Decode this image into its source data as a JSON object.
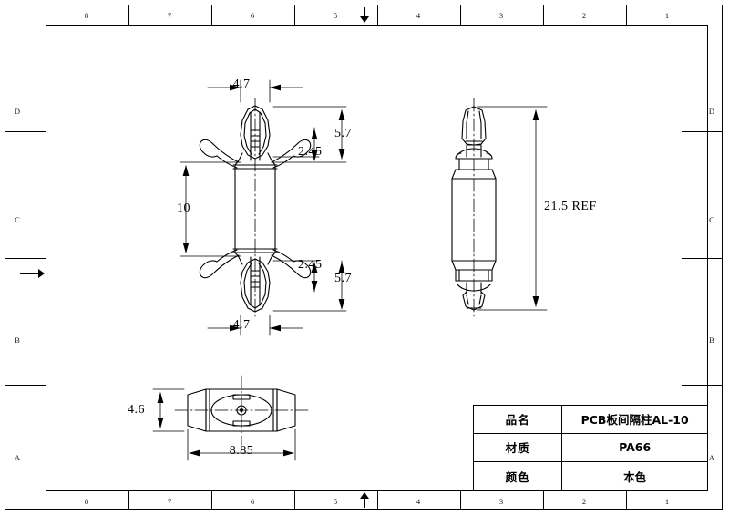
{
  "sheet": {
    "zones_top": [
      "8",
      "7",
      "6",
      "5",
      "4",
      "3",
      "2",
      "1"
    ],
    "zones_bottom": [
      "8",
      "7",
      "6",
      "5",
      "4",
      "3",
      "2",
      "1"
    ],
    "zones_left": [
      "D",
      "C",
      "B",
      "A"
    ],
    "zones_right": [
      "D",
      "C",
      "B",
      "A"
    ]
  },
  "title_block": {
    "rows": [
      {
        "label": "品名",
        "value": "PCB板间隔柱AL-10"
      },
      {
        "label": "材质",
        "value": "PA66"
      },
      {
        "label": "颜色",
        "value": "本色"
      }
    ]
  },
  "views": {
    "front": {
      "dims": {
        "top_width": "4.7",
        "top_head": "2.45",
        "top_overall": "5.7",
        "barrel_height": "10",
        "bottom_head": "2.45",
        "bottom_overall": "5.7",
        "bottom_width": "4.7"
      }
    },
    "side": {
      "dims": {
        "overall_height": "21.5 REF"
      }
    },
    "plan": {
      "dims": {
        "height": "4.6",
        "width": "8.85"
      }
    }
  },
  "colors": {
    "line": "#000000",
    "background": "#ffffff"
  }
}
